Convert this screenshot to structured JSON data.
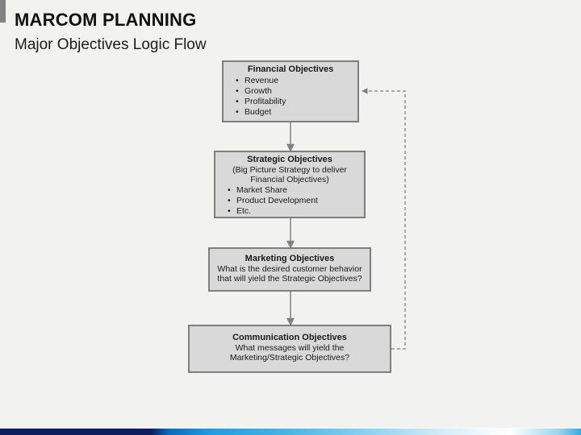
{
  "slide": {
    "title": "MARCOM PLANNING",
    "subtitle": "Major Objectives Logic Flow"
  },
  "flow": {
    "boxes": [
      {
        "id": "financial",
        "title": "Financial Objectives",
        "bullets": [
          "Revenue",
          "Growth",
          "Profitability",
          "Budget"
        ]
      },
      {
        "id": "strategic",
        "title": "Strategic Objectives",
        "subtitle_lines": [
          "(Big Picture Strategy to deliver",
          "Financial Objectives)"
        ],
        "bullets": [
          "Market Share",
          "Product Development",
          "Etc."
        ]
      },
      {
        "id": "marketing",
        "title": "Marketing Objectives",
        "body_lines": [
          "What is the desired customer behavior",
          "that will yield the Strategic Objectives?"
        ]
      },
      {
        "id": "communication",
        "title": "Communication Objectives",
        "body_lines": [
          "What messages will yield the",
          "Marketing/Strategic  Objectives?"
        ]
      }
    ],
    "connectors": [
      {
        "name": "financial-to-strategic",
        "style": "solid-arrow-down"
      },
      {
        "name": "strategic-to-marketing",
        "style": "solid-arrow-down"
      },
      {
        "name": "marketing-to-communication",
        "style": "solid-arrow-down"
      },
      {
        "name": "communication-to-financial-feedback",
        "style": "dashed-arrow-left"
      }
    ]
  },
  "colors": {
    "background": "#f2f2f0",
    "box_fill": "#d9d9d9",
    "box_border": "#7f7f7f",
    "connector": "#808080",
    "footer_navy": "#0c1e5e",
    "footer_blue": "#22a2e2",
    "footer_highlight": "#ffffff"
  }
}
